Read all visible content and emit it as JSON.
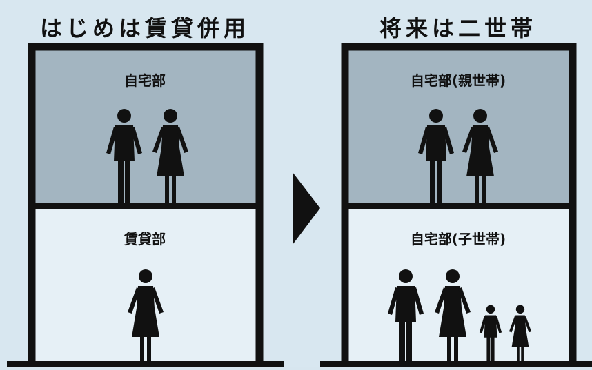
{
  "left": {
    "heading": "はじめは賃貸併用",
    "upper_label": "自宅部",
    "lower_label": "賃貸部"
  },
  "right": {
    "heading": "将来は二世帯",
    "upper_label": "自宅部(親世帯)",
    "lower_label": "自宅部(子世帯)"
  },
  "colors": {
    "background": "#d8e7f0",
    "upper_floor": "#a3b5c1",
    "lower_floor": "#e6f0f6",
    "ink": "#111111"
  }
}
